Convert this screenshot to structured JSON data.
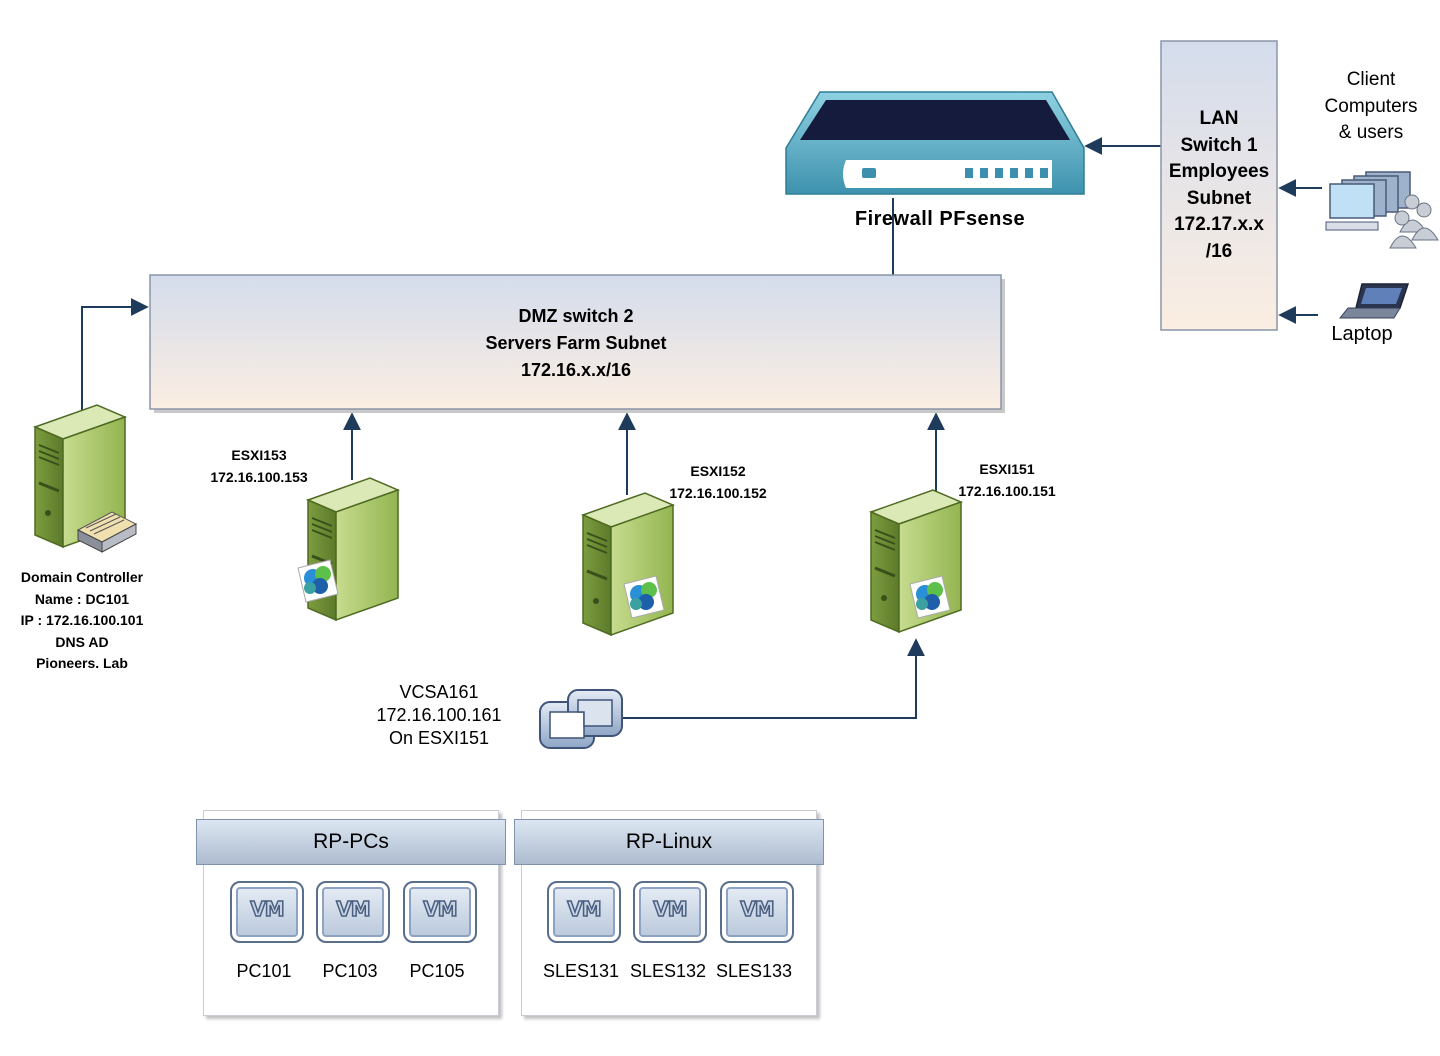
{
  "firewall": {
    "label": "Firewall  PFsense"
  },
  "lan_switch": {
    "lines": [
      "LAN",
      "Switch 1",
      "Employees",
      "Subnet",
      "172.17.x.x",
      "/16"
    ]
  },
  "clients": {
    "lines": [
      "Client",
      "Computers",
      "& users"
    ]
  },
  "laptop": {
    "label": "Laptop"
  },
  "dmz_switch": {
    "lines": [
      "DMZ  switch  2",
      "Servers Farm  Subnet",
      "172.16.x.x/16"
    ]
  },
  "domain_controller": {
    "lines": [
      "Domain Controller",
      "Name : DC101",
      "IP : 172.16.100.101",
      "DNS AD",
      "Pioneers. Lab"
    ]
  },
  "esxi153": {
    "lines": [
      "ESXI153",
      "172.16.100.153"
    ]
  },
  "esxi152": {
    "lines": [
      "ESXI152",
      "172.16.100.152"
    ]
  },
  "esxi151": {
    "lines": [
      "ESXI151",
      "172.16.100.151"
    ]
  },
  "vcsa": {
    "lines": [
      "VCSA161",
      "172.16.100.161",
      "On ESXI151"
    ]
  },
  "groups": [
    {
      "title": "RP-PCs",
      "vms": [
        "PC101",
        "PC103",
        "PC105"
      ]
    },
    {
      "title": "RP-Linux",
      "vms": [
        "SLES131",
        "SLES132",
        "SLES133"
      ]
    }
  ],
  "vm_badge": "VM",
  "colors": {
    "line": "#1f3b5c",
    "server_green": "#8fb34a",
    "firewall_teal": "#5aa7c0",
    "switch_top": "#d4dcec",
    "switch_bottom": "#fbeee2"
  }
}
